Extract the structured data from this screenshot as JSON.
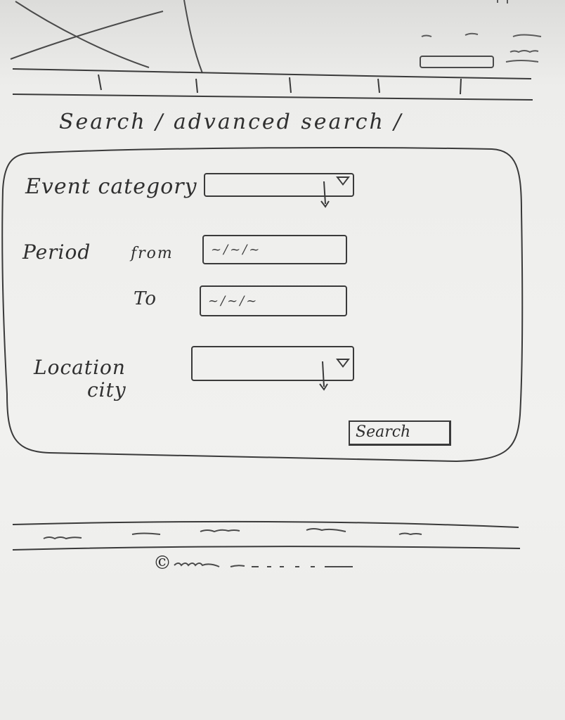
{
  "breadcrumb": {
    "text": "Search / advanced search /"
  },
  "form": {
    "event_category_label": "Event category",
    "period_label": "Period",
    "from_label": "from",
    "to_label": "To",
    "from_value": "~/~/~",
    "to_value": "~/~/~",
    "location_label_line1": "Location",
    "location_label_line2": "city",
    "search_button_label": "Search"
  },
  "footer": {
    "copyright_symbol": "©"
  }
}
